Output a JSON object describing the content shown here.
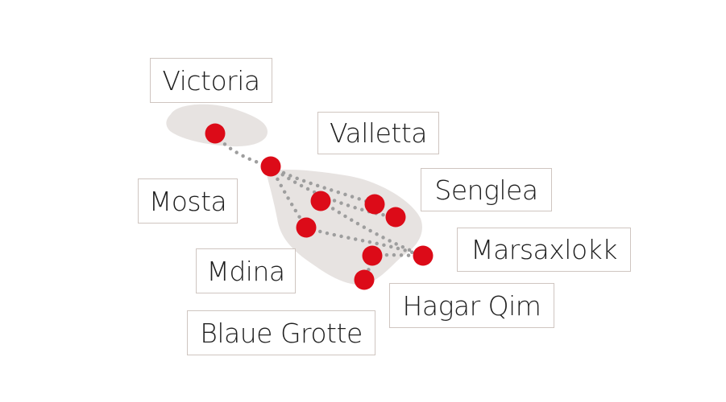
{
  "map": {
    "colors": {
      "land": "#e7e3e1",
      "marker": "#dc0b18",
      "route": "#9e9e9e",
      "label_border": "#cfc5c0",
      "label_text": "#1f1f1f"
    },
    "places": [
      {
        "id": "victoria",
        "label": "Victoria"
      },
      {
        "id": "valletta",
        "label": "Valletta"
      },
      {
        "id": "senglea",
        "label": "Senglea"
      },
      {
        "id": "mosta",
        "label": "Mosta"
      },
      {
        "id": "marsaxlokk",
        "label": "Marsaxlokk"
      },
      {
        "id": "mdina",
        "label": "Mdina"
      },
      {
        "id": "hagarqim",
        "label": "Hagar Qim"
      },
      {
        "id": "blaue",
        "label": "Blaue Grotte"
      }
    ]
  }
}
